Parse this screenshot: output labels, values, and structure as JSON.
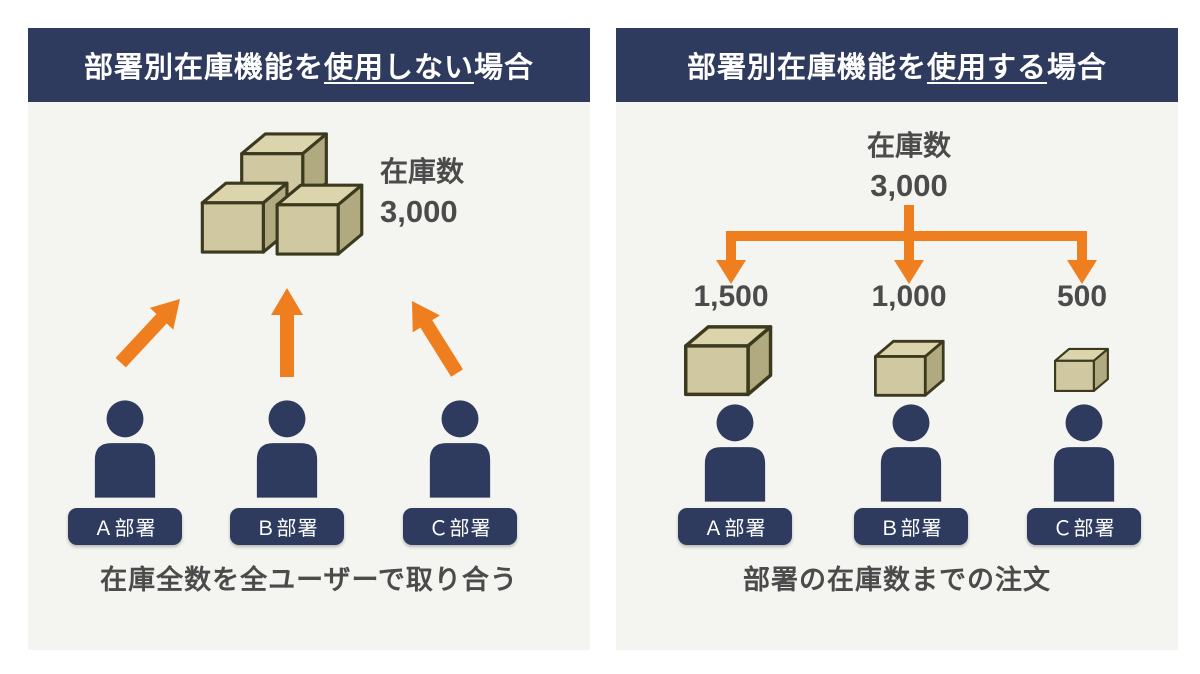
{
  "colors": {
    "page_bg": "#ffffff",
    "panel_bg": "#f4f5f0",
    "navy": "#2e3a5e",
    "orange": "#ef7f1e",
    "text_gray": "#4b4b4b",
    "cube_front": "#cfc8a0",
    "cube_top": "#dbd4ad",
    "cube_side": "#b1a97f",
    "cube_outline": "#3c3a1e"
  },
  "left_panel": {
    "title_prefix": "部署別在庫機能を",
    "title_underline": "使用しない",
    "title_suffix": "場合",
    "stock_label": "在庫数",
    "stock_value": "3,000",
    "departments": [
      {
        "label": "Ａ部署"
      },
      {
        "label": "Ｂ部署"
      },
      {
        "label": "Ｃ部署"
      }
    ],
    "caption": "在庫全数を全ユーザーで取り合う"
  },
  "right_panel": {
    "title_prefix": "部署別在庫機能を",
    "title_underline": "使用する",
    "title_suffix": "場合",
    "stock_label": "在庫数",
    "stock_value": "3,000",
    "allocations": [
      {
        "label": "Ａ部署",
        "amount": "1,500"
      },
      {
        "label": "Ｂ部署",
        "amount": "1,000"
      },
      {
        "label": "Ｃ部署",
        "amount": "500"
      }
    ],
    "caption": "部署の在庫数までの注文"
  }
}
